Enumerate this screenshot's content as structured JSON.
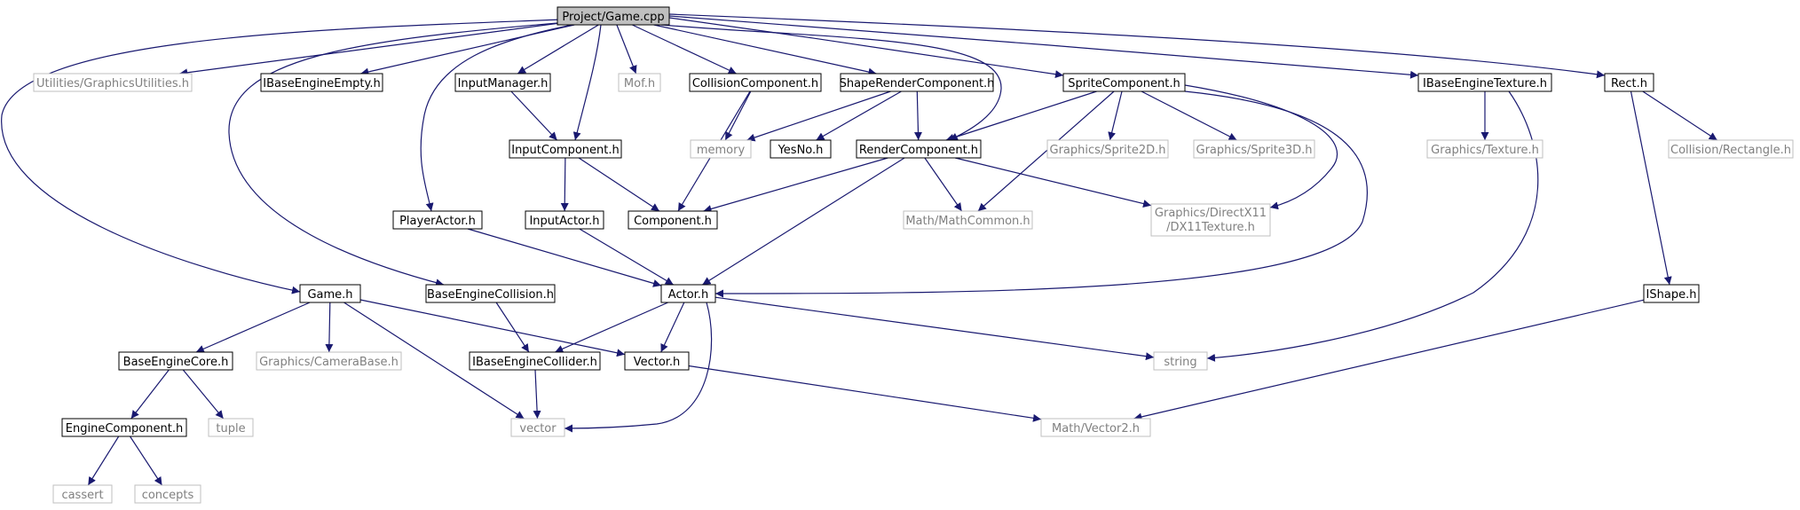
{
  "colors": {
    "edge": "#191970",
    "node_local_border": "#000000",
    "node_external_border": "#bfbfbf",
    "node_root_fill": "#bfbfbf",
    "node_fill": "#ffffff",
    "text_local": "#000000",
    "text_external": "#808080"
  },
  "nodes": [
    {
      "id": "root",
      "label": "Project/Game.cpp",
      "kind": "root"
    },
    {
      "id": "gu",
      "label": "Utilities/GraphicsUtilities.h",
      "kind": "external"
    },
    {
      "id": "ibee",
      "label": "IBaseEngineEmpty.h",
      "kind": "local"
    },
    {
      "id": "im",
      "label": "InputManager.h",
      "kind": "local"
    },
    {
      "id": "mof",
      "label": "Mof.h",
      "kind": "external"
    },
    {
      "id": "cc",
      "label": "CollisionComponent.h",
      "kind": "local"
    },
    {
      "id": "src",
      "label": "ShapeRenderComponent.h",
      "kind": "local"
    },
    {
      "id": "sc",
      "label": "SpriteComponent.h",
      "kind": "local"
    },
    {
      "id": "ibet",
      "label": "IBaseEngineTexture.h",
      "kind": "local"
    },
    {
      "id": "rect",
      "label": "Rect.h",
      "kind": "local"
    },
    {
      "id": "ic",
      "label": "InputComponent.h",
      "kind": "local"
    },
    {
      "id": "mem",
      "label": "memory",
      "kind": "external"
    },
    {
      "id": "yn",
      "label": "YesNo.h",
      "kind": "local"
    },
    {
      "id": "rc",
      "label": "RenderComponent.h",
      "kind": "local"
    },
    {
      "id": "s2d",
      "label": "Graphics/Sprite2D.h",
      "kind": "external"
    },
    {
      "id": "s3d",
      "label": "Graphics/Sprite3D.h",
      "kind": "external"
    },
    {
      "id": "tex",
      "label": "Graphics/Texture.h",
      "kind": "external"
    },
    {
      "id": "crect",
      "label": "Collision/Rectangle.h",
      "kind": "external"
    },
    {
      "id": "pa",
      "label": "PlayerActor.h",
      "kind": "local"
    },
    {
      "id": "ia",
      "label": "InputActor.h",
      "kind": "local"
    },
    {
      "id": "comp",
      "label": "Component.h",
      "kind": "local"
    },
    {
      "id": "mmc",
      "label": "Math/MathCommon.h",
      "kind": "external"
    },
    {
      "id": "dx11",
      "label": "Graphics/DirectX11",
      "label2": "/DX11Texture.h",
      "kind": "external"
    },
    {
      "id": "game",
      "label": "Game.h",
      "kind": "local"
    },
    {
      "id": "bec",
      "label": "BaseEngineCollision.h",
      "kind": "local"
    },
    {
      "id": "actor",
      "label": "Actor.h",
      "kind": "local"
    },
    {
      "id": "ishape",
      "label": "IShape.h",
      "kind": "local"
    },
    {
      "id": "becore",
      "label": "BaseEngineCore.h",
      "kind": "local"
    },
    {
      "id": "cam",
      "label": "Graphics/CameraBase.h",
      "kind": "external"
    },
    {
      "id": "ibecol",
      "label": "IBaseEngineCollider.h",
      "kind": "local"
    },
    {
      "id": "vec",
      "label": "Vector.h",
      "kind": "local"
    },
    {
      "id": "str",
      "label": "string",
      "kind": "external"
    },
    {
      "id": "ec",
      "label": "EngineComponent.h",
      "kind": "local"
    },
    {
      "id": "tuple",
      "label": "tuple",
      "kind": "external"
    },
    {
      "id": "vector",
      "label": "vector",
      "kind": "external"
    },
    {
      "id": "v2",
      "label": "Math/Vector2.h",
      "kind": "external"
    },
    {
      "id": "cassert",
      "label": "cassert",
      "kind": "external"
    },
    {
      "id": "concepts",
      "label": "concepts",
      "kind": "external"
    }
  ],
  "edges": [
    [
      "root",
      "gu"
    ],
    [
      "root",
      "ibee"
    ],
    [
      "root",
      "im"
    ],
    [
      "root",
      "mof"
    ],
    [
      "root",
      "cc"
    ],
    [
      "root",
      "src"
    ],
    [
      "root",
      "sc"
    ],
    [
      "root",
      "ibet"
    ],
    [
      "root",
      "rect"
    ],
    [
      "root",
      "ic"
    ],
    [
      "root",
      "rc"
    ],
    [
      "root",
      "pa"
    ],
    [
      "root",
      "game"
    ],
    [
      "root",
      "bec"
    ],
    [
      "im",
      "ic"
    ],
    [
      "cc",
      "mem"
    ],
    [
      "cc",
      "comp"
    ],
    [
      "src",
      "mem"
    ],
    [
      "src",
      "yn"
    ],
    [
      "src",
      "rc"
    ],
    [
      "sc",
      "rc"
    ],
    [
      "sc",
      "s2d"
    ],
    [
      "sc",
      "s3d"
    ],
    [
      "sc",
      "mmc"
    ],
    [
      "sc",
      "dx11"
    ],
    [
      "sc",
      "actor"
    ],
    [
      "ibet",
      "tex"
    ],
    [
      "ibet",
      "str"
    ],
    [
      "rect",
      "crect"
    ],
    [
      "rect",
      "ishape"
    ],
    [
      "ic",
      "ia"
    ],
    [
      "ic",
      "comp"
    ],
    [
      "rc",
      "comp"
    ],
    [
      "rc",
      "mmc"
    ],
    [
      "rc",
      "dx11"
    ],
    [
      "rc",
      "actor"
    ],
    [
      "pa",
      "actor"
    ],
    [
      "ia",
      "actor"
    ],
    [
      "game",
      "becore"
    ],
    [
      "game",
      "cam"
    ],
    [
      "game",
      "vec"
    ],
    [
      "game",
      "vector"
    ],
    [
      "bec",
      "ibecol"
    ],
    [
      "actor",
      "ibecol"
    ],
    [
      "actor",
      "vec"
    ],
    [
      "actor",
      "str"
    ],
    [
      "actor",
      "vector"
    ],
    [
      "ishape",
      "v2"
    ],
    [
      "becore",
      "ec"
    ],
    [
      "becore",
      "tuple"
    ],
    [
      "ibecol",
      "vector"
    ],
    [
      "vec",
      "v2"
    ],
    [
      "ec",
      "cassert"
    ],
    [
      "ec",
      "concepts"
    ]
  ]
}
